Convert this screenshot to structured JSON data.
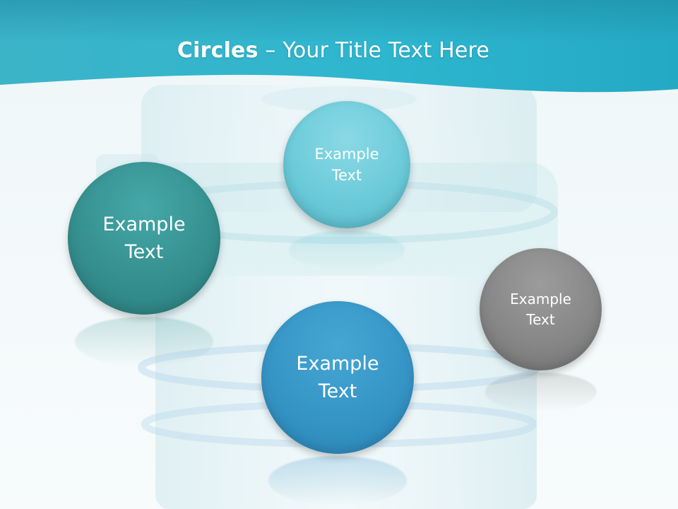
{
  "slide": {
    "title_bold": "Circles",
    "title_rest": " – Your Title Text Here"
  },
  "circles": [
    {
      "label": "Example Text",
      "color": "#35908f"
    },
    {
      "label": "Example Text",
      "color": "#6ccbd9"
    },
    {
      "label": "Example Text",
      "color": "#3695c6"
    },
    {
      "label": "Example Text",
      "color": "#878787"
    }
  ],
  "colors": {
    "header_band": "#2fb3c9",
    "background": "#eef6f8"
  }
}
